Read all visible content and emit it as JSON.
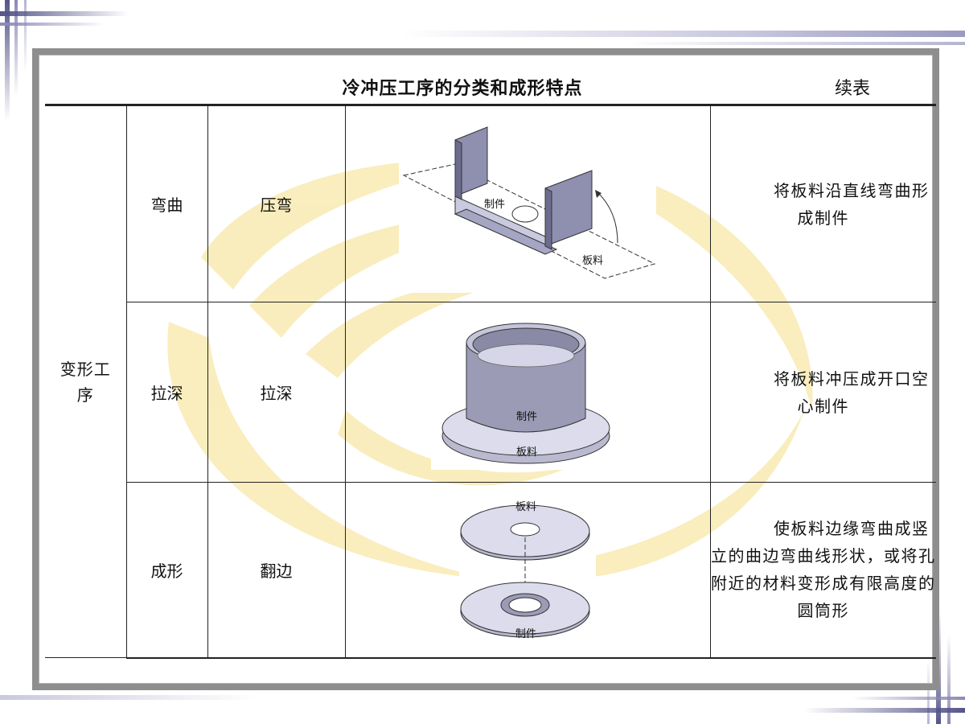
{
  "header": {
    "title": "冷冲压工序的分类和成形特点",
    "subtitle": "续表"
  },
  "table": {
    "category": "变形工序",
    "rows": [
      {
        "type": "弯曲",
        "process": "压弯",
        "figure_labels": [
          "制件",
          "板料"
        ],
        "description": "将板料沿直线弯曲形成制件"
      },
      {
        "type": "拉深",
        "process": "拉深",
        "figure_labels": [
          "制件",
          "板料"
        ],
        "description": "将板料冲压成开口空心制件"
      },
      {
        "type": "成形",
        "process": "翻边",
        "figure_labels": [
          "板料",
          "制件"
        ],
        "description": "使板料边缘弯曲成竖立的曲边弯曲线形状，或将孔附近的材料变形成有限高度的圆筒形"
      }
    ]
  },
  "colors": {
    "frame": "#8e8e8e",
    "stripe_dark": "#55558a",
    "watermark": "#f8e7a8",
    "part_fill": "#8f8fb0",
    "disc_fill": "#d8d8ee"
  }
}
